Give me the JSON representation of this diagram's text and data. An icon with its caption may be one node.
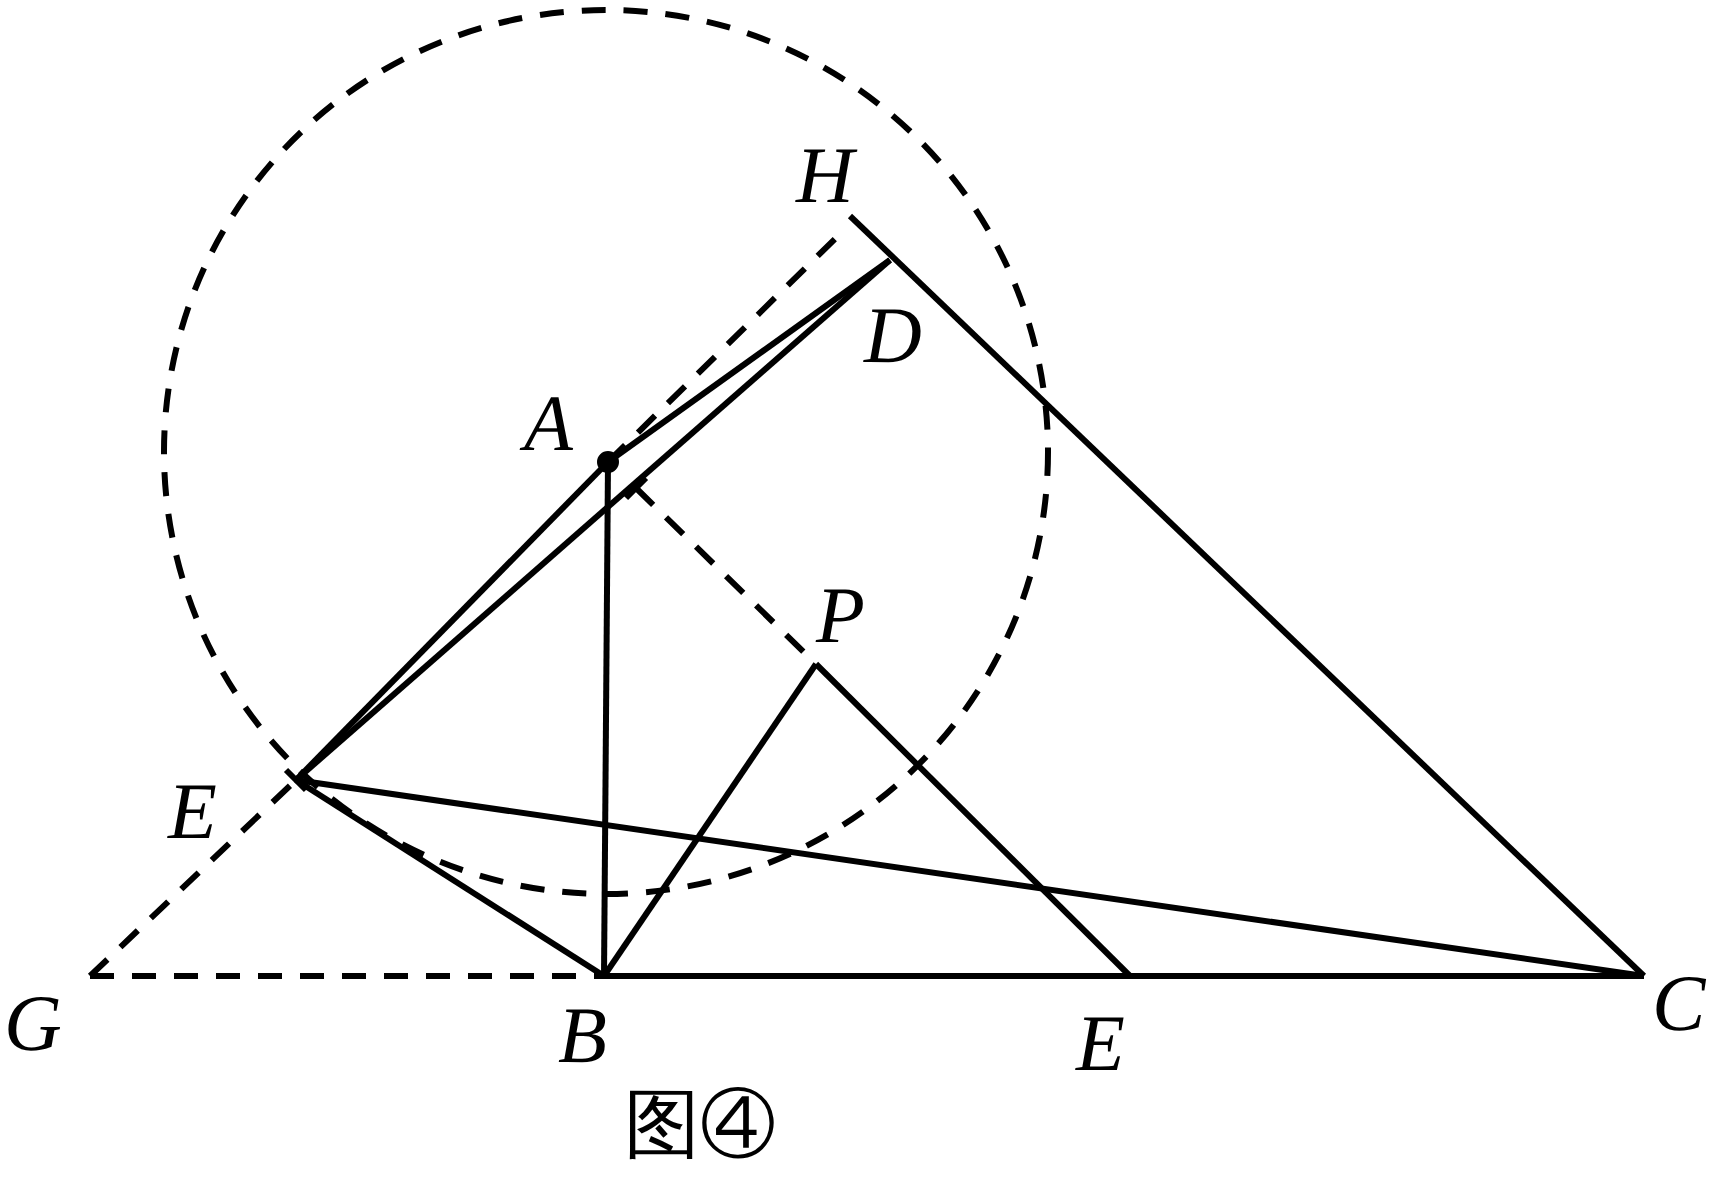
{
  "diagram": {
    "caption": "图④",
    "labels": [
      "H",
      "D",
      "A",
      "P",
      "E",
      "G",
      "B",
      "E",
      "C"
    ]
  }
}
